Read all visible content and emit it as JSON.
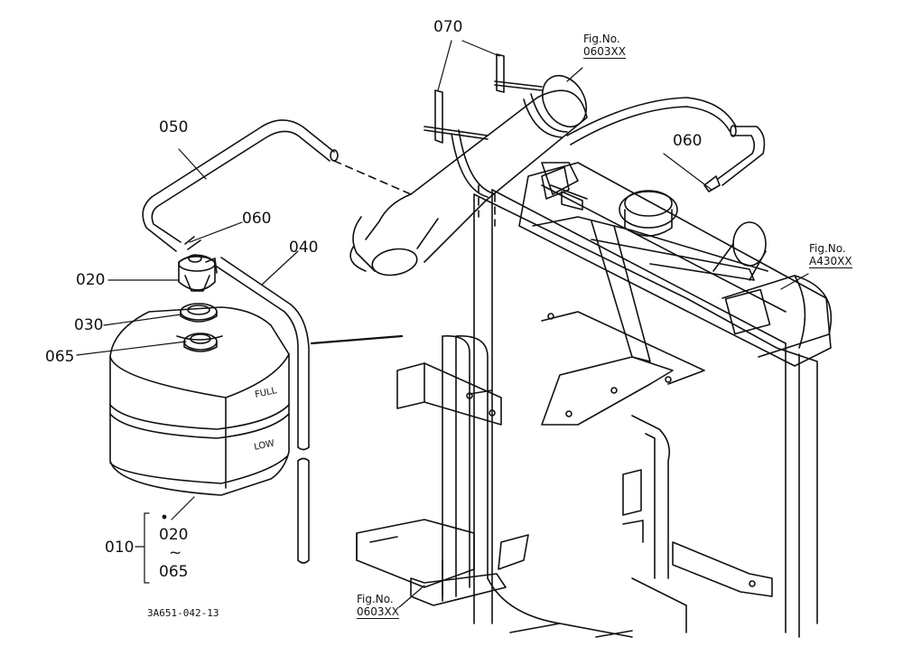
{
  "diagram": {
    "parts": {
      "p010": "010",
      "p020": "020",
      "p030": "030",
      "p040": "040",
      "p050": "050",
      "p060a": "060",
      "p060b": "060",
      "p065": "065",
      "p070": "070",
      "range_from": "020",
      "range_sep": "~",
      "range_to": "065"
    },
    "tank_marks": {
      "full": "FULL",
      "low": "LOW"
    },
    "fig_refs": [
      {
        "label": "Fig.No.",
        "number": "0603XX"
      },
      {
        "label": "Fig.No.",
        "number": "A430XX"
      },
      {
        "label": "Fig.No.",
        "number": "0603XX"
      }
    ],
    "drawing_code": "3A651-042-13"
  }
}
